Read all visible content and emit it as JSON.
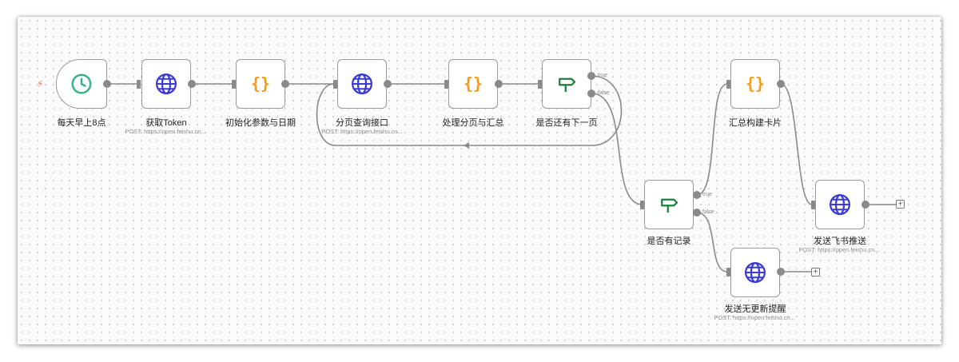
{
  "nodes": {
    "trigger": {
      "label": "每天早上8点"
    },
    "get_token": {
      "label": "获取Token",
      "sub": "POST: https://open.feishu.cn..."
    },
    "init_params": {
      "label": "初始化参数与日期"
    },
    "page_query": {
      "label": "分页查询接口",
      "sub": "POST: https://open.feishu.cn..."
    },
    "handle_page": {
      "label": "处理分页与汇总"
    },
    "has_next": {
      "label": "是否还有下一页",
      "true_label": "true",
      "false_label": "false"
    },
    "has_records": {
      "label": "是否有记录",
      "true_label": "true",
      "false_label": "false"
    },
    "build_card": {
      "label": "汇总构建卡片"
    },
    "send_push": {
      "label": "发送飞书推送",
      "sub": "POST: https://open.feishu.cn..."
    },
    "send_nochange": {
      "label": "发送无更新提醒",
      "sub": "POST: https://open.feishu.cn..."
    }
  },
  "add_button_symbol": "+",
  "trigger_bolt": "⚡",
  "icons": {
    "clock": "clock-icon",
    "globe": "globe-icon",
    "code": "code-braces-icon",
    "branch": "signpost-icon"
  },
  "colors": {
    "clock": "#35b48a",
    "globe": "#3b3bd4",
    "code": "#f59a1b",
    "branch": "#1a7f3c",
    "edge": "#8a8a8a"
  }
}
